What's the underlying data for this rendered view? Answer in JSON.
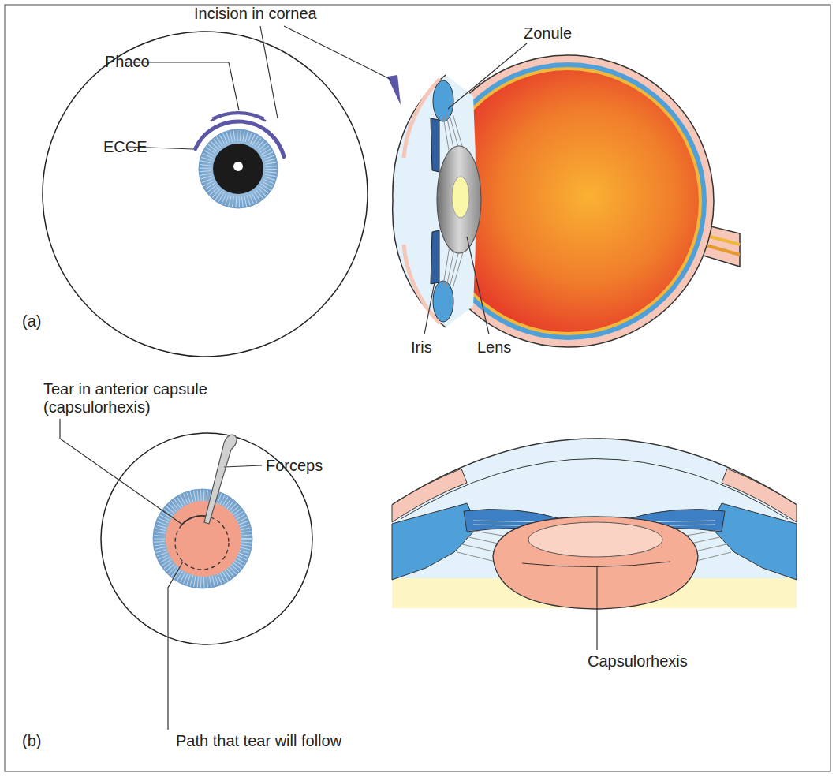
{
  "diagram": {
    "labels": [
      "Incision in cornea",
      "Phaco",
      "ECCE",
      "Zonule",
      "Iris",
      "Lens",
      "(a)",
      "Tear in anterior capsule (capsulorhexis)",
      "Forceps",
      "Path that tear will follow",
      "Capsulorhexis",
      "(b)"
    ]
  }
}
